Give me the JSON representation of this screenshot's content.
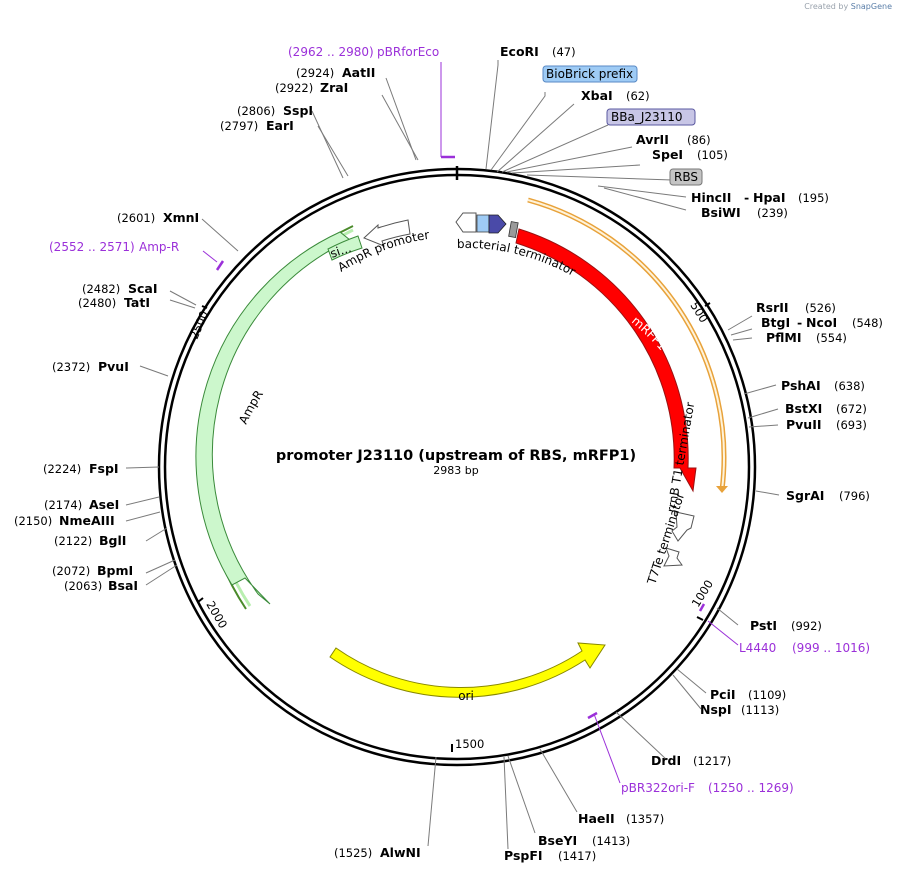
{
  "credit": {
    "prefix": "Created by",
    "brand": "SnapGene"
  },
  "title": "promoter J23110 (upstream of RBS, mRFP1)",
  "length": "2983 bp",
  "total_bp": 2983,
  "ticks": [
    "500",
    "1000",
    "1500",
    "2000",
    "2500"
  ],
  "enzymes": [
    {
      "name": "EcoRI",
      "pos": "(47)"
    },
    {
      "name": "XbaI",
      "pos": "(62)"
    },
    {
      "name": "AvrII",
      "pos": "(86)"
    },
    {
      "name": "SpeI",
      "pos": "(105)"
    },
    {
      "name": "HincII",
      "name2": "HpaI",
      "pos": "(195)"
    },
    {
      "name": "BsiWI",
      "pos": "(239)"
    },
    {
      "name": "RsrII",
      "pos": "(526)"
    },
    {
      "name": "BtgI",
      "name2": "NcoI",
      "pos": "(548)"
    },
    {
      "name": "PflMI",
      "pos": "(554)"
    },
    {
      "name": "PshAI",
      "pos": "(638)"
    },
    {
      "name": "BstXI",
      "pos": "(672)"
    },
    {
      "name": "PvuII",
      "pos": "(693)"
    },
    {
      "name": "SgrAI",
      "pos": "(796)"
    },
    {
      "name": "PstI",
      "pos": "(992)"
    },
    {
      "name": "PciI",
      "pos": "(1109)"
    },
    {
      "name": "NspI",
      "pos": "(1113)"
    },
    {
      "name": "DrdI",
      "pos": "(1217)"
    },
    {
      "name": "HaeII",
      "pos": "(1357)"
    },
    {
      "name": "BseYI",
      "pos": "(1413)"
    },
    {
      "name": "PspFI",
      "pos": "(1417)"
    },
    {
      "name": "AlwNI",
      "pos": "(1525)"
    },
    {
      "name": "BsaI",
      "pos": "(2063)"
    },
    {
      "name": "BpmI",
      "pos": "(2072)"
    },
    {
      "name": "BglI",
      "pos": "(2122)"
    },
    {
      "name": "NmeAIII",
      "pos": "(2150)"
    },
    {
      "name": "AseI",
      "pos": "(2174)"
    },
    {
      "name": "FspI",
      "pos": "(2224)"
    },
    {
      "name": "PvuI",
      "pos": "(2372)"
    },
    {
      "name": "TatI",
      "pos": "(2480)"
    },
    {
      "name": "ScaI",
      "pos": "(2482)"
    },
    {
      "name": "XmnI",
      "pos": "(2601)"
    },
    {
      "name": "EarI",
      "pos": "(2797)"
    },
    {
      "name": "SspI",
      "pos": "(2806)"
    },
    {
      "name": "ZraI",
      "pos": "(2922)"
    },
    {
      "name": "AatII",
      "pos": "(2924)"
    }
  ],
  "primers": [
    {
      "name": "pBRforEco",
      "range": "(2962 .. 2980)"
    },
    {
      "name": "Amp-R",
      "range": "(2552 .. 2571)"
    },
    {
      "name": "L4440",
      "range": "(999 .. 1016)"
    },
    {
      "name": "pBR322ori-F",
      "range": "(1250 .. 1269)"
    }
  ],
  "boxed_features": [
    {
      "name": "BioBrick prefix",
      "color": "#9ecbf5"
    },
    {
      "name": "BBa_J23110",
      "color": "#c8c6e6"
    },
    {
      "name": "RBS",
      "color": "#c4c4c4"
    }
  ],
  "features": {
    "mrfp1": "mRFP1",
    "ampr": "AmpR",
    "ampr_promoter": "AmpR promoter",
    "bacterial_terminator": "bacterial terminator",
    "rrnb": "rrnB T1 terminator",
    "t7te": "T7Te terminator",
    "ori": "ori",
    "signal": "si..."
  },
  "colors": {
    "mrfp1": "#ff0000",
    "ampr": "#ccf7cc",
    "ori": "#ffff00",
    "primer": "#9b30d9",
    "promoter": "#4a4aa8",
    "biobrick": "#9ecbf5"
  }
}
